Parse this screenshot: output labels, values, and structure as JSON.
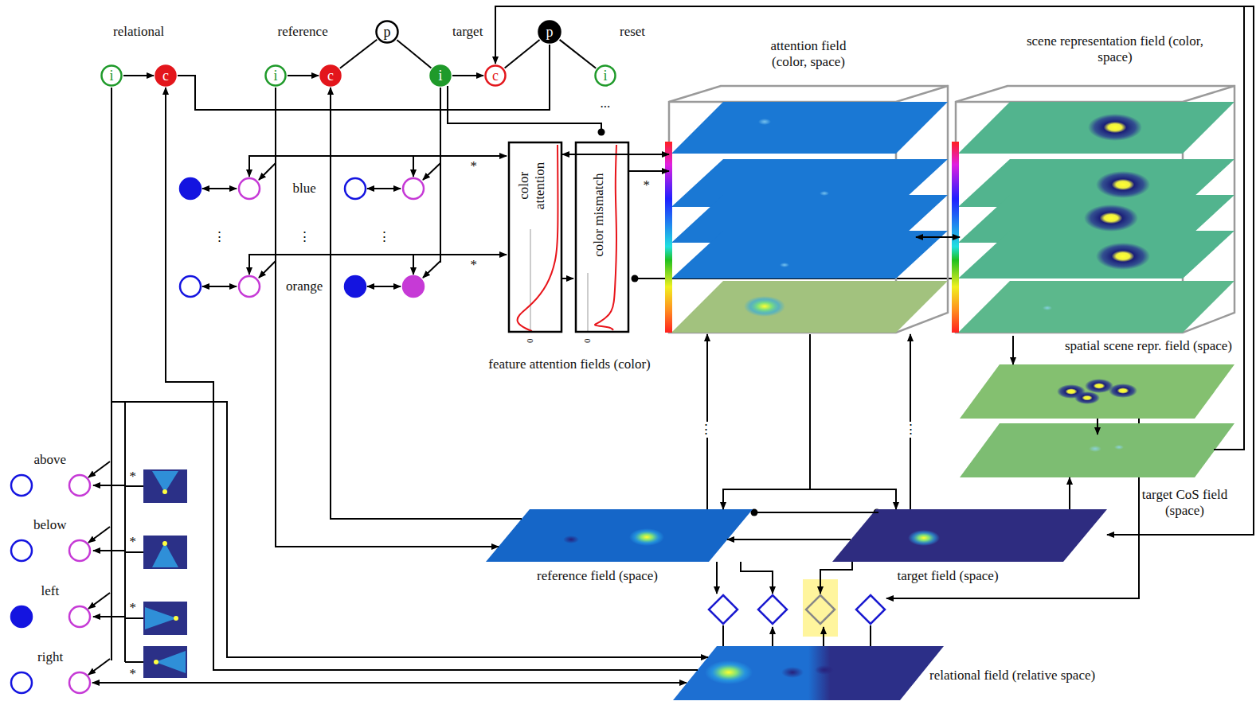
{
  "diagram": {
    "nodes": [
      {
        "text": [
          "i"
        ]
      },
      {
        "text": [
          "c"
        ]
      },
      {
        "text": [
          "i"
        ]
      },
      {
        "text": [
          "c"
        ]
      },
      {
        "text": [
          "p"
        ]
      },
      {
        "text": [
          "i"
        ]
      },
      {
        "text": [
          "c"
        ]
      },
      {
        "text": [
          "p"
        ]
      },
      {
        "text": [
          "i"
        ]
      },
      {
        "text": [
          "color attention"
        ]
      },
      {
        "text": [
          "color mismatch"
        ]
      },
      {
        "text": [
          "attention field (color, space)"
        ]
      },
      {
        "text": [
          "scene representation field (color, space)"
        ]
      },
      {
        "text": [
          "spatial scene repr. field (space)"
        ]
      },
      {
        "text": [
          "target CoS field (space)"
        ]
      },
      {
        "text": [
          "reference field (space)"
        ]
      },
      {
        "text": [
          "target field (space)"
        ]
      },
      {
        "text": [
          "relational field (relative space)"
        ]
      }
    ],
    "edges": [
      {
        "from": 0,
        "to": 1,
        "arrow": "to"
      },
      {
        "from": 2,
        "to": 3,
        "arrow": "to"
      },
      {
        "from": 3,
        "to": 4,
        "arrow": "none"
      },
      {
        "from": 4,
        "to": 5,
        "arrow": "none"
      },
      {
        "from": 5,
        "to": 6,
        "arrow": "to"
      },
      {
        "from": 6,
        "to": 7,
        "arrow": "none"
      },
      {
        "from": 7,
        "to": 8,
        "arrow": "none"
      },
      {
        "from": 9,
        "to": 11,
        "arrow": "both"
      },
      {
        "from": 10,
        "to": 11,
        "arrow": "to"
      },
      {
        "from": 11,
        "to": 12,
        "arrow": "both"
      },
      {
        "from": 12,
        "to": 13,
        "arrow": "to"
      },
      {
        "from": 13,
        "to": 14,
        "arrow": "to"
      },
      {
        "from": 16,
        "to": 14,
        "arrow": "to"
      },
      {
        "from": 15,
        "to": 11,
        "arrow": "to"
      },
      {
        "from": 16,
        "to": 11,
        "arrow": "to"
      },
      {
        "from": 11,
        "to": 15,
        "arrow": "to"
      },
      {
        "from": 11,
        "to": 16,
        "arrow": "to"
      },
      {
        "from": 16,
        "to": 15,
        "arrow": "to"
      },
      {
        "from": 15,
        "to": 16,
        "arrow": "none"
      },
      {
        "from": 14,
        "to": 6,
        "arrow": "to"
      },
      {
        "from": 0,
        "to": 17,
        "arrow": "to"
      },
      {
        "from": 17,
        "to": 1,
        "arrow": "to"
      },
      {
        "from": 2,
        "to": 15,
        "arrow": "to"
      },
      {
        "from": 15,
        "to": 3,
        "arrow": "to"
      },
      {
        "from": 1,
        "to": 7,
        "arrow": "none"
      }
    ],
    "labels": [
      "relational",
      "reference",
      "target",
      "reset",
      "blue",
      "⋮",
      "⋮",
      "⋮",
      "orange",
      "*",
      "*",
      "*",
      "feature attention fields (color)",
      "0",
      "0",
      "⋮",
      "⋮",
      "above",
      "below",
      "left",
      "right",
      "*",
      "*",
      "*",
      "*",
      "..."
    ]
  }
}
